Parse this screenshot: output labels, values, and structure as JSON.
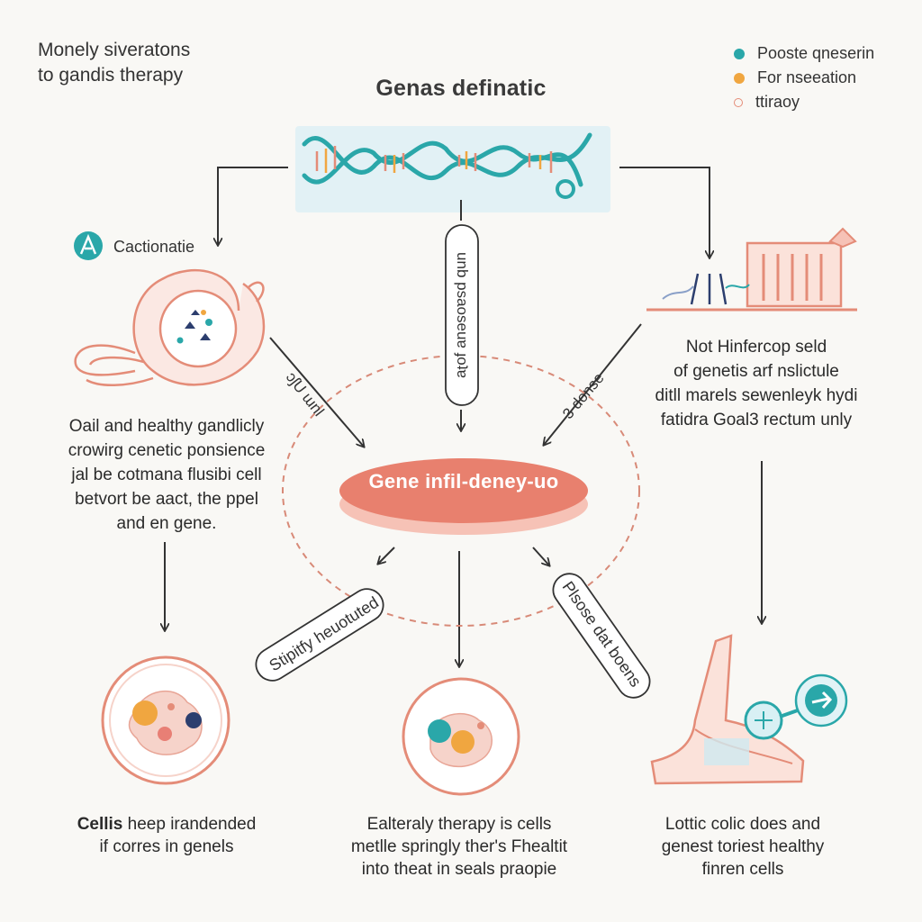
{
  "subtitle_line1": "Monely siveratons",
  "subtitle_line2": "to gandis therapy",
  "title": "Genas definatic",
  "legend": [
    {
      "label": "Poostе qneserin",
      "color": "#2aa7a9",
      "style": "filled"
    },
    {
      "label": "For nseeation",
      "color": "#f0a640",
      "style": "filled"
    },
    {
      "label": "ttiraoy",
      "color": "#e48c78",
      "style": "outline"
    }
  ],
  "badge_label": "Cactionatie",
  "left_paragraph": [
    "Oail and healthy gandlicly",
    "crowirg cenetic ponsience",
    "jal be cotmana flusibi cell",
    "betvort be aact, the ppel",
    "and en gene."
  ],
  "right_paragraph": [
    "Not Hinfercop seld",
    "of genetis arf nslictule",
    "ditll marels sewenleyk hydi",
    "fatidra Goal3 rectum unly"
  ],
  "center_label": "Gene infil-deney-uo",
  "arrow_labels": {
    "top_vertical": "unb psaoseuɐ ɟoʇɐ",
    "left_diag": "ɔʃU ɯnl",
    "right_diag": "3 donse"
  },
  "pill_labels": {
    "left": "Stipitfy heuotuted",
    "right": "Plsose dat boens"
  },
  "caption_left_bold": "Cellis",
  "caption_left": [
    " heep irandended",
    "if corres in genels"
  ],
  "caption_mid": [
    "Ealteraly therapy is cells",
    "metlle springly ther's Fhealtit",
    "into theat in seals praopie"
  ],
  "caption_right": [
    "Lottic colic does and",
    "genest toriest healthy",
    "finren cells"
  ],
  "colors": {
    "teal": "#2aa7a9",
    "orange": "#f0a640",
    "salmon": "#e48c78",
    "pink": "#f6d3ca",
    "navy": "#2c3e6e",
    "line": "#333333"
  }
}
